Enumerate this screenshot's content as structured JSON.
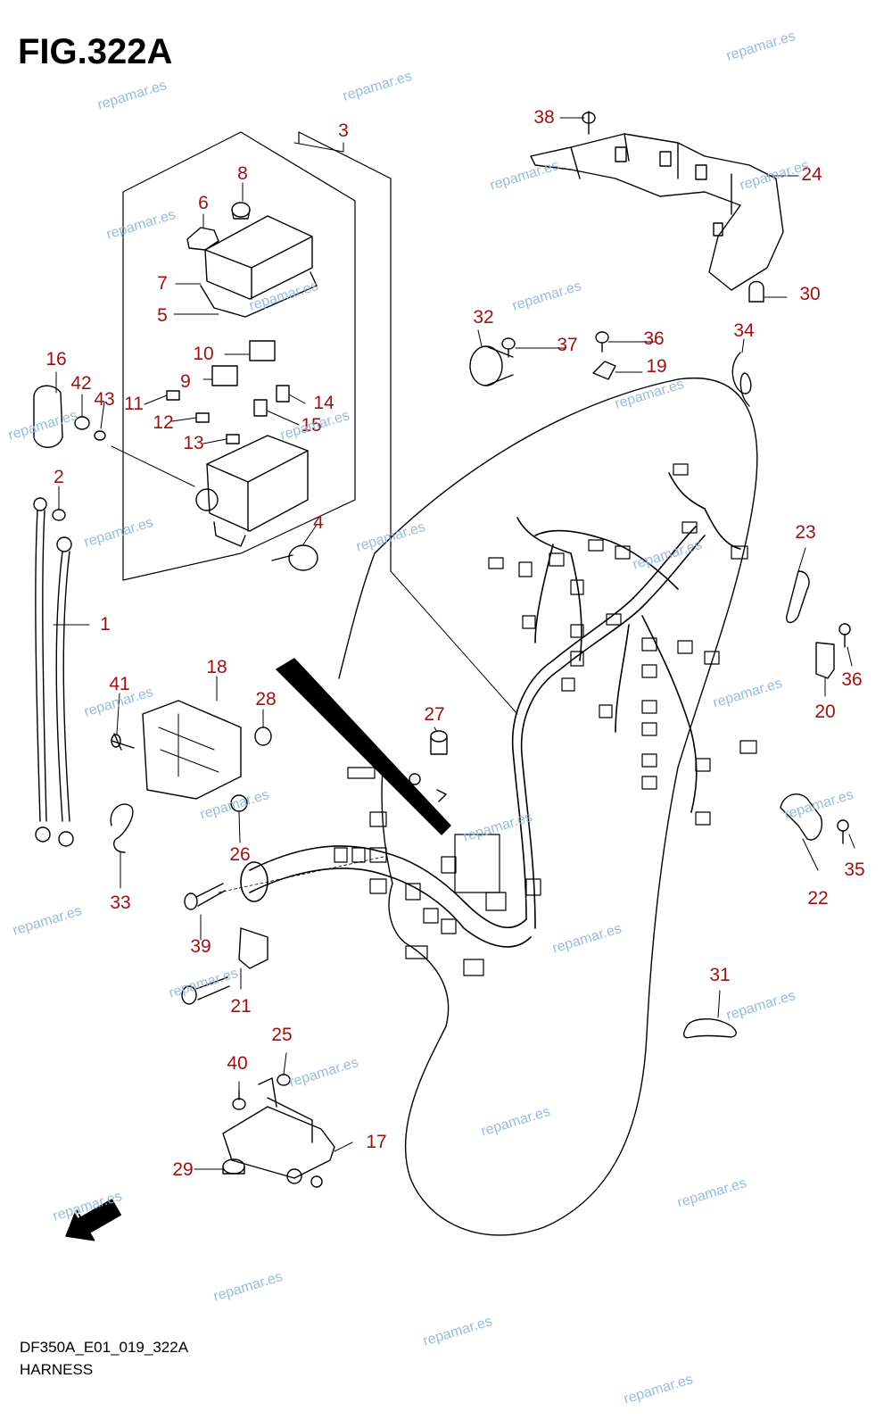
{
  "figure": {
    "title": "FIG.322A",
    "code": "DF350A_E01_019_322A",
    "subtitle": "HARNESS",
    "direction_badge": "FWD",
    "watermark": "repamar.es"
  },
  "part_numbers": [
    {
      "label": "1"
    },
    {
      "label": "2"
    },
    {
      "label": "3"
    },
    {
      "label": "4"
    },
    {
      "label": "5"
    },
    {
      "label": "6"
    },
    {
      "label": "7"
    },
    {
      "label": "8"
    },
    {
      "label": "9"
    },
    {
      "label": "10"
    },
    {
      "label": "11"
    },
    {
      "label": "12"
    },
    {
      "label": "13"
    },
    {
      "label": "14"
    },
    {
      "label": "15"
    },
    {
      "label": "16"
    },
    {
      "label": "17"
    },
    {
      "label": "18"
    },
    {
      "label": "19"
    },
    {
      "label": "20"
    },
    {
      "label": "21"
    },
    {
      "label": "22"
    },
    {
      "label": "23"
    },
    {
      "label": "24"
    },
    {
      "label": "25"
    },
    {
      "label": "26"
    },
    {
      "label": "27"
    },
    {
      "label": "28"
    },
    {
      "label": "29"
    },
    {
      "label": "30"
    },
    {
      "label": "31"
    },
    {
      "label": "32"
    },
    {
      "label": "33"
    },
    {
      "label": "34"
    },
    {
      "label": "35"
    },
    {
      "label": "36"
    },
    {
      "label": "36"
    },
    {
      "label": "37"
    },
    {
      "label": "38"
    },
    {
      "label": "39"
    },
    {
      "label": "40"
    },
    {
      "label": "41"
    },
    {
      "label": "42"
    },
    {
      "label": "43"
    }
  ],
  "colors": {
    "label": "#a01010",
    "line": "#000000",
    "watermark": "#8fb4dc"
  }
}
